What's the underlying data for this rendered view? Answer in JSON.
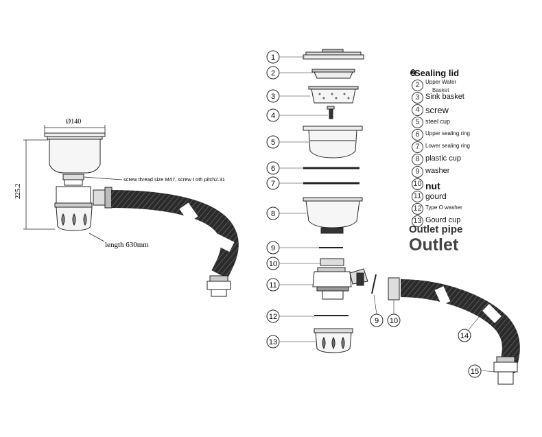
{
  "dimensions": {
    "diameter": "Ø140",
    "height": "225.2",
    "screw_note": "screw thread size M47, screw t oth pitch2.31",
    "length_note": "length 630mm"
  },
  "callouts": [
    "1",
    "2",
    "3",
    "4",
    "5",
    "6",
    "7",
    "8",
    "9",
    "10",
    "11",
    "12",
    "13",
    "9",
    "10",
    "14",
    "15"
  ],
  "legend": {
    "items": [
      {
        "num": "2",
        "label": "Sealing lid"
      },
      {
        "num": "2",
        "label": "Upper Water"
      },
      {
        "num": "3",
        "label": "Sink basket"
      },
      {
        "num": "4",
        "label": "screw"
      },
      {
        "num": "5",
        "label": "steel cup"
      },
      {
        "num": "6",
        "label": "Upper sealing ring"
      },
      {
        "num": "7",
        "label": "Lower sealing ring"
      },
      {
        "num": "8",
        "label": "plastic cup"
      },
      {
        "num": "9",
        "label": "washer"
      },
      {
        "num": "10",
        "label": "nut"
      },
      {
        "num": "11",
        "label": "gourd"
      },
      {
        "num": "12",
        "label": "Type O washer"
      },
      {
        "num": "13",
        "label": "Gourd cup"
      }
    ],
    "basket_sub": "Basket",
    "outlet_pipe": "Outlet pipe",
    "outlet": "Outlet"
  },
  "colors": {
    "line": "#222222",
    "hose": "#2b2b2b",
    "band": "#ffffff"
  }
}
